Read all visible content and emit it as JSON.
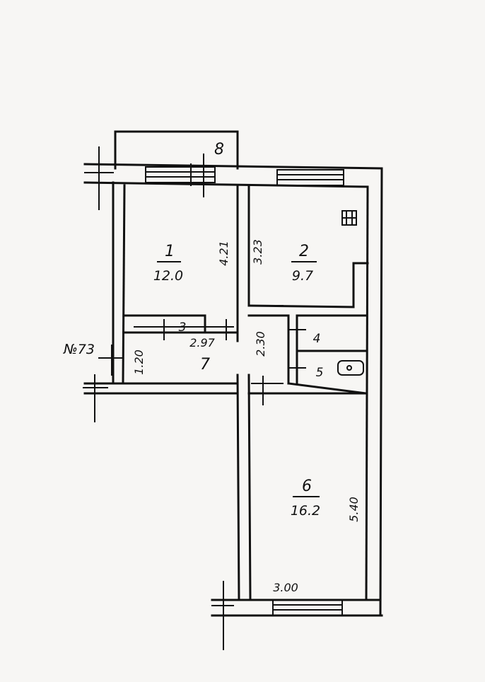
{
  "plan": {
    "ink_color": "#111111",
    "paper_color": "#f7f6f4",
    "apartment_label": "№73",
    "rooms": [
      {
        "number": "1",
        "area": "12.0"
      },
      {
        "number": "2",
        "area": "9.7"
      },
      {
        "number": "3"
      },
      {
        "number": "4"
      },
      {
        "number": "5"
      },
      {
        "number": "6",
        "area": "16.2"
      },
      {
        "number": "7"
      },
      {
        "number": "8"
      }
    ],
    "dimensions": {
      "room1_depth": "4.21",
      "room2_depth": "3.23",
      "hall_length": "2.97",
      "hall_width": "1.20",
      "corridor_length": "2.30",
      "room6_depth": "5.40",
      "room6_width": "3.00"
    },
    "symbols": {
      "chimney": "ventilation-grid-icon",
      "bathtub": "bathtub-icon"
    }
  }
}
